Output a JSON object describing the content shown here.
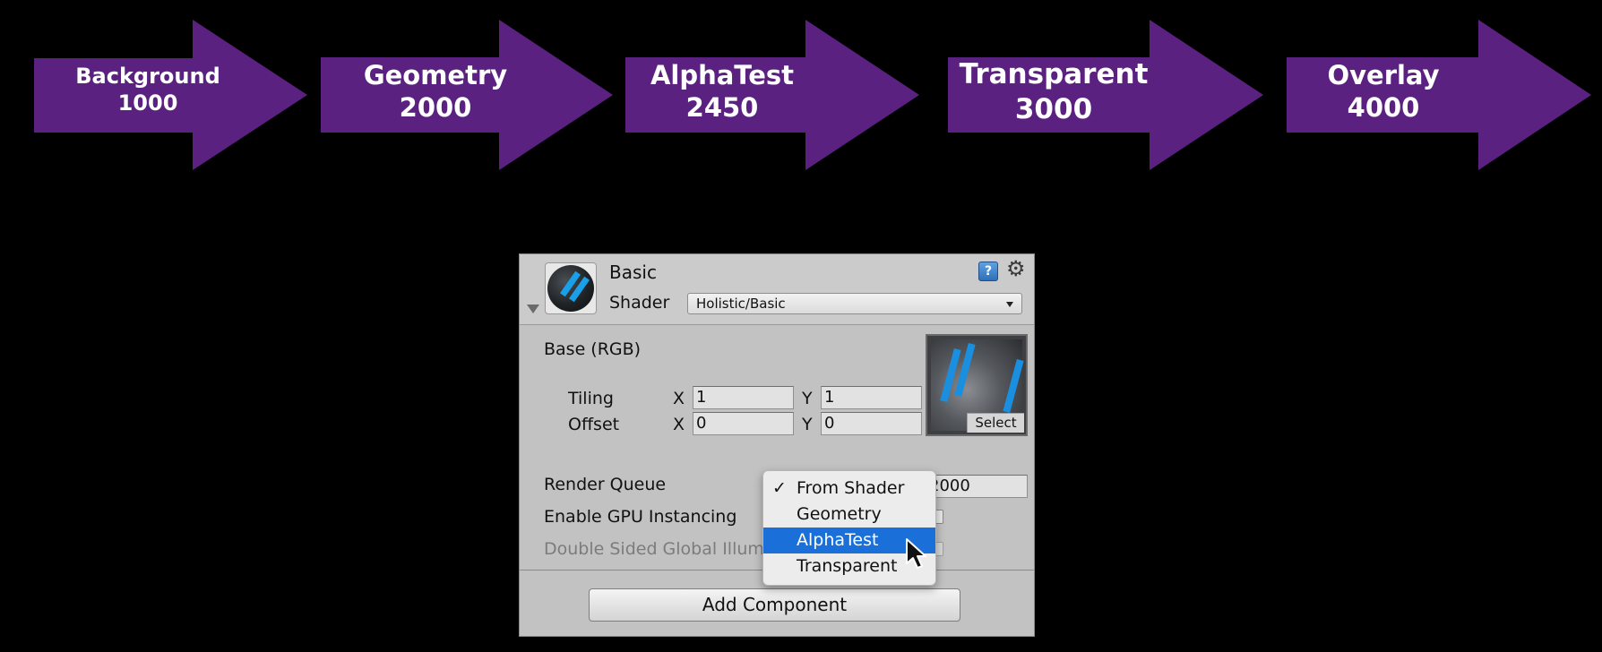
{
  "queue_arrows": [
    {
      "name": "Background",
      "value": "1000"
    },
    {
      "name": "Geometry",
      "value": "2000"
    },
    {
      "name": "AlphaTest",
      "value": "2450"
    },
    {
      "name": "Transparent",
      "value": "3000"
    },
    {
      "name": "Overlay",
      "value": "4000"
    }
  ],
  "colors": {
    "arrow": "#5b2181",
    "panel": "#c2c2c2",
    "highlight": "#1a6fd8"
  },
  "inspector": {
    "title": "Basic",
    "shader_label": "Shader",
    "shader_value": "Holistic/Basic",
    "help_icon": "?",
    "base_label": "Base (RGB)",
    "tiling_label": "Tiling",
    "offset_label": "Offset",
    "x_label": "X",
    "y_label": "Y",
    "tiling_x": "1",
    "tiling_y": "1",
    "offset_x": "0",
    "offset_y": "0",
    "select_label": "Select",
    "render_queue_label": "Render Queue",
    "render_queue_value": "2000",
    "gpu_instancing_label": "Enable GPU Instancing",
    "double_sided_label": "Double Sided Global Illum",
    "add_component_label": "Add Component"
  },
  "render_queue_menu": {
    "items": [
      "From Shader",
      "Geometry",
      "AlphaTest",
      "Transparent"
    ],
    "checked": "From Shader",
    "highlighted": "AlphaTest",
    "check_glyph": "✓"
  }
}
